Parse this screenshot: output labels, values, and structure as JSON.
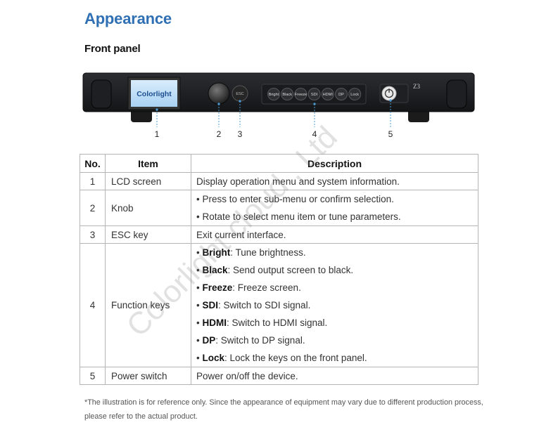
{
  "heading": "Appearance",
  "subheading": "Front panel",
  "device": {
    "lcd_logo": "Colorlight",
    "esc_label": "ESC",
    "model_label": "Z3",
    "buttons": [
      "Bright",
      "Black",
      "Freeze",
      "SDI",
      "HDMI",
      "DP",
      "Lock"
    ],
    "callouts": [
      "1",
      "2",
      "3",
      "4",
      "5"
    ]
  },
  "table": {
    "headers": [
      "No.",
      "Item",
      "Description"
    ],
    "rows": [
      {
        "no": "1",
        "item": "LCD screen",
        "desc": "Display operation menu and system information."
      },
      {
        "no": "2",
        "item": "Knob",
        "bullets": [
          "Press to enter sub-menu or confirm selection.",
          "Rotate to select menu item or tune parameters."
        ]
      },
      {
        "no": "3",
        "item": "ESC key",
        "desc": "Exit current interface."
      },
      {
        "no": "4",
        "item": "Function keys",
        "keys": [
          {
            "key": "Bright",
            "text": ": Tune brightness."
          },
          {
            "key": "Black",
            "text": ": Send output screen to black."
          },
          {
            "key": "Freeze",
            "text": ": Freeze screen."
          },
          {
            "key": "SDI",
            "text": ": Switch to SDI signal."
          },
          {
            "key": "HDMI",
            "text": ": Switch to HDMI signal."
          },
          {
            "key": "DP",
            "text": ": Switch to DP signal."
          },
          {
            "key": "Lock",
            "text": ": Lock the keys on the front panel."
          }
        ]
      },
      {
        "no": "5",
        "item": "Power switch",
        "desc": "Power on/off the device."
      }
    ]
  },
  "bullet_char": "•",
  "note": "*The illustration is for reference only. Since the appearance of equipment may vary due to different production process, please refer to the actual product.",
  "watermark": "Colorlight cloud , Ltd"
}
